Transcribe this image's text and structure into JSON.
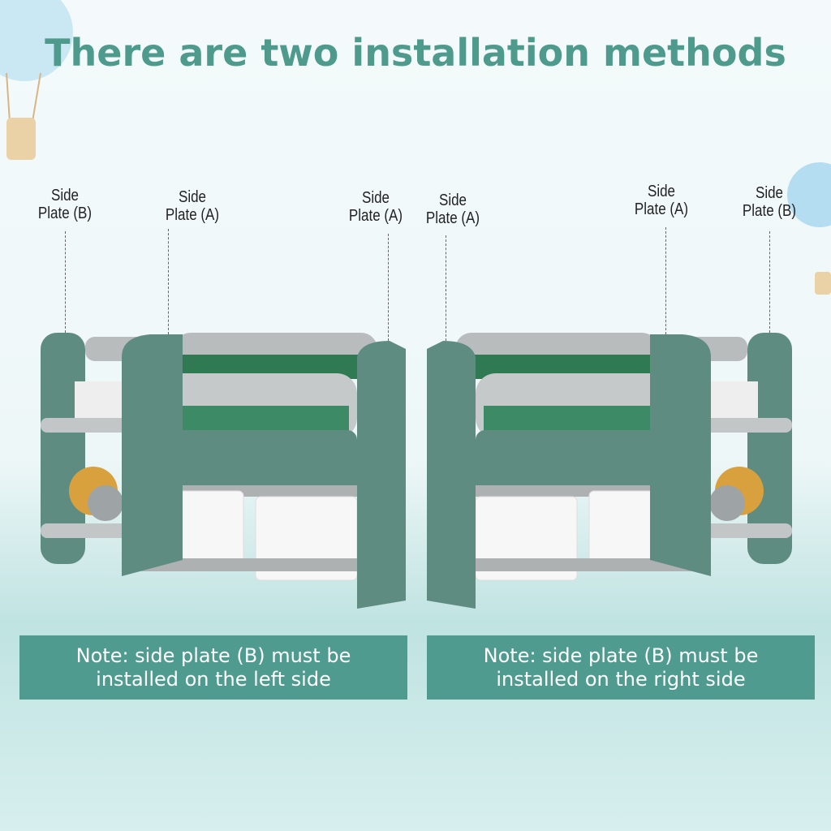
{
  "title": "There are two installation methods",
  "left": {
    "labels": [
      "Side\nPlate (B)",
      "Side\nPlate (A)",
      "Side\nPlate (A)"
    ],
    "note": [
      "Note: side plate (B) must be",
      "installed on the left side"
    ]
  },
  "right": {
    "labels": [
      "Side\nPlate (A)",
      "Side\nPlate (A)",
      "Side\nPlate (B)"
    ],
    "note": [
      "Note: side plate (B) must be",
      "installed on the right side"
    ]
  },
  "colors": {
    "accent": "#4f9b8f",
    "panel": "#5f8c80",
    "gray": "#b9bcbd"
  }
}
